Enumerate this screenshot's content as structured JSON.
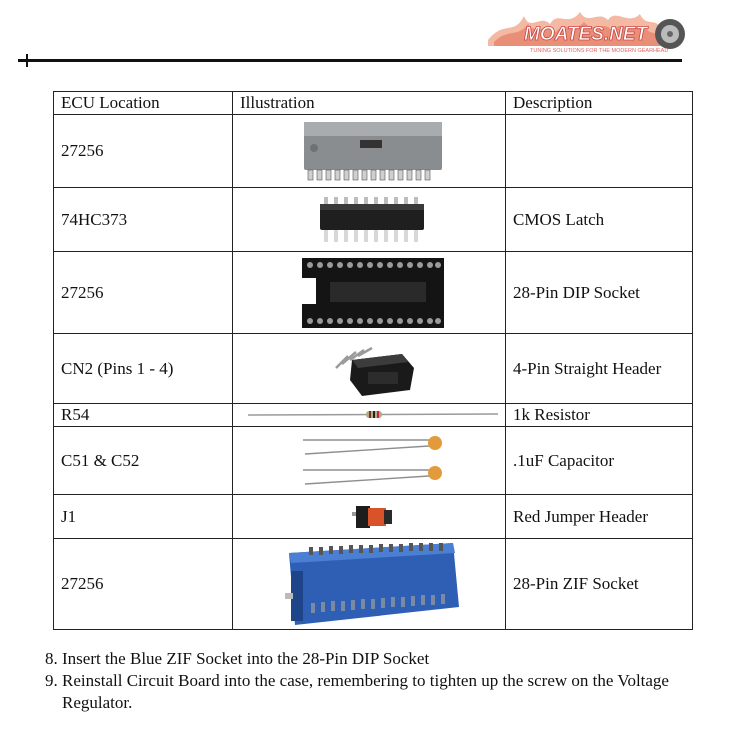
{
  "header": {
    "logo_text": "MOATES.NET",
    "logo_tagline": "TUNING SOLUTIONS FOR THE MODERN GEARHEAD"
  },
  "table": {
    "headers": [
      "ECU Location",
      "Illustration",
      "Description"
    ],
    "rows": [
      {
        "location": "27256",
        "illustration": "chip-image",
        "description": ""
      },
      {
        "location": "74HC373",
        "illustration": "cmos-latch-image",
        "description": "CMOS Latch"
      },
      {
        "location": "27256",
        "illustration": "dip-socket-image",
        "description": "28-Pin DIP Socket"
      },
      {
        "location": "CN2 (Pins 1 - 4)",
        "illustration": "header-image",
        "description": "4-Pin Straight Header"
      },
      {
        "location": "R54",
        "illustration": "resistor-image",
        "description": "1k Resistor"
      },
      {
        "location": "C51 & C52",
        "illustration": "capacitor-image",
        "description": ".1uF Capacitor"
      },
      {
        "location": "J1",
        "illustration": "jumper-image",
        "description": "Red Jumper Header"
      },
      {
        "location": "27256",
        "illustration": "zif-socket-image",
        "description": "28-Pin ZIF Socket"
      }
    ]
  },
  "steps": [
    {
      "number": 8,
      "text": "Insert the Blue ZIF Socket into the 28-Pin DIP Socket"
    },
    {
      "number": 9,
      "text": "Reinstall Circuit Board into the case, remembering to tighten up the screw on the Voltage Regulator."
    }
  ]
}
